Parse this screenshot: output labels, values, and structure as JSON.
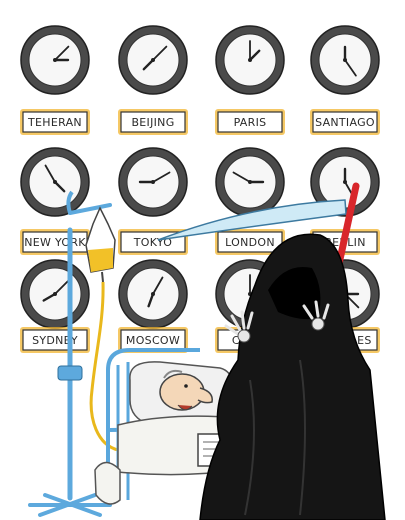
{
  "cartoon": {
    "clocks": [
      {
        "city": "TEHERAN",
        "hour_hand_deg": 90,
        "minute_hand_deg": 45
      },
      {
        "city": "BEIJING",
        "hour_hand_deg": 225,
        "minute_hand_deg": 45
      },
      {
        "city": "PARIS",
        "hour_hand_deg": 45,
        "minute_hand_deg": 0
      },
      {
        "city": "SANTIAGO",
        "hour_hand_deg": 0,
        "minute_hand_deg": 145
      },
      {
        "city": "NEW YORK",
        "hour_hand_deg": 135,
        "minute_hand_deg": 330
      },
      {
        "city": "TOKYO",
        "hour_hand_deg": 270,
        "minute_hand_deg": 60
      },
      {
        "city": "LONDON",
        "hour_hand_deg": 90,
        "minute_hand_deg": 300
      },
      {
        "city": "BERLIN",
        "hour_hand_deg": 0,
        "minute_hand_deg": 150
      },
      {
        "city": "SYDNEY",
        "hour_hand_deg": 240,
        "minute_hand_deg": 45
      },
      {
        "city": "MOSCOW",
        "hour_hand_deg": 200,
        "minute_hand_deg": 30
      },
      {
        "city": "CAIRO",
        "hour_hand_deg": 90,
        "minute_hand_deg": 0
      },
      {
        "city": "ANGELES",
        "hour_hand_deg": 90,
        "minute_hand_deg": 135
      }
    ],
    "colors": {
      "clock_bezel": "#4a4a4a",
      "clock_face": "#f7f7f7",
      "label_glow": "#f2b632",
      "reaper_robe": "#151515",
      "scythe_blade": "#cfeaf6",
      "scythe_handle": "#d8262b",
      "iv_pole": "#5da9dd",
      "iv_fluid": "#f2c128",
      "bed_frame": "#5aa7dc",
      "pillow": "#f1f1f1",
      "blanket": "#f4f4f0"
    }
  }
}
